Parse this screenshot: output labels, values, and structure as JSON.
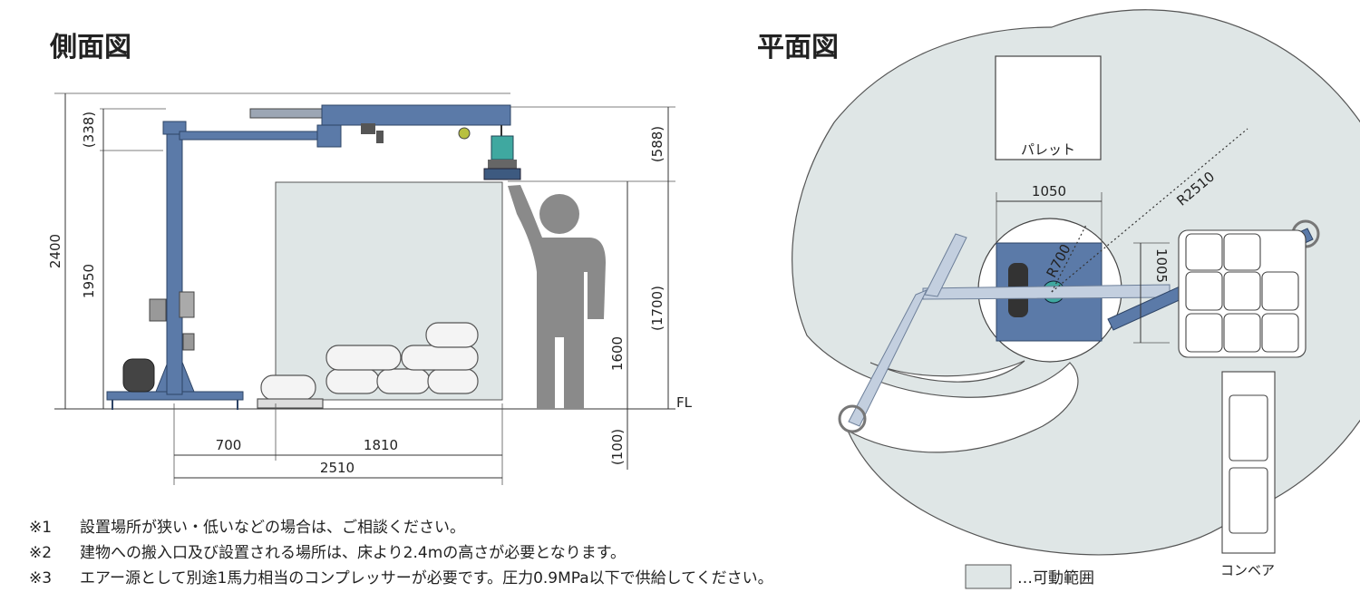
{
  "side_view": {
    "title": "側面図",
    "dims": {
      "total_height": "2400",
      "pillar_height": "1950",
      "top_offset": "(338)",
      "upper_clearance": "(588)",
      "load_height": "1600",
      "work_height": "(1700)",
      "below_floor": "(100)",
      "floor": "FL",
      "base_width": "700",
      "reach": "1810",
      "total_length": "2510"
    }
  },
  "plan_view": {
    "title": "平面図",
    "pallet_label": "パレット",
    "conveyor_label": "コンベア",
    "dims": {
      "base_width": "1050",
      "base_depth": "1005",
      "inner_radius": "R700",
      "outer_radius": "R2510"
    }
  },
  "notes": [
    {
      "mark": "※1",
      "text": "設置場所が狭い・低いなどの場合は、ご相談ください。"
    },
    {
      "mark": "※2",
      "text": "建物への搬入口及び設置される場所は、床より2.4mの高さが必要となります。"
    },
    {
      "mark": "※3",
      "text": "エアー源として別途1馬力相当のコンプレッサーが必要です。圧力0.9MPa以下で供給してください。"
    }
  ],
  "legend": {
    "label": "…可動範囲"
  },
  "colors": {
    "range_fill": "#dfe6e6",
    "crane_blue": "#5b7aa8",
    "person_gray": "#8a8a8a"
  }
}
